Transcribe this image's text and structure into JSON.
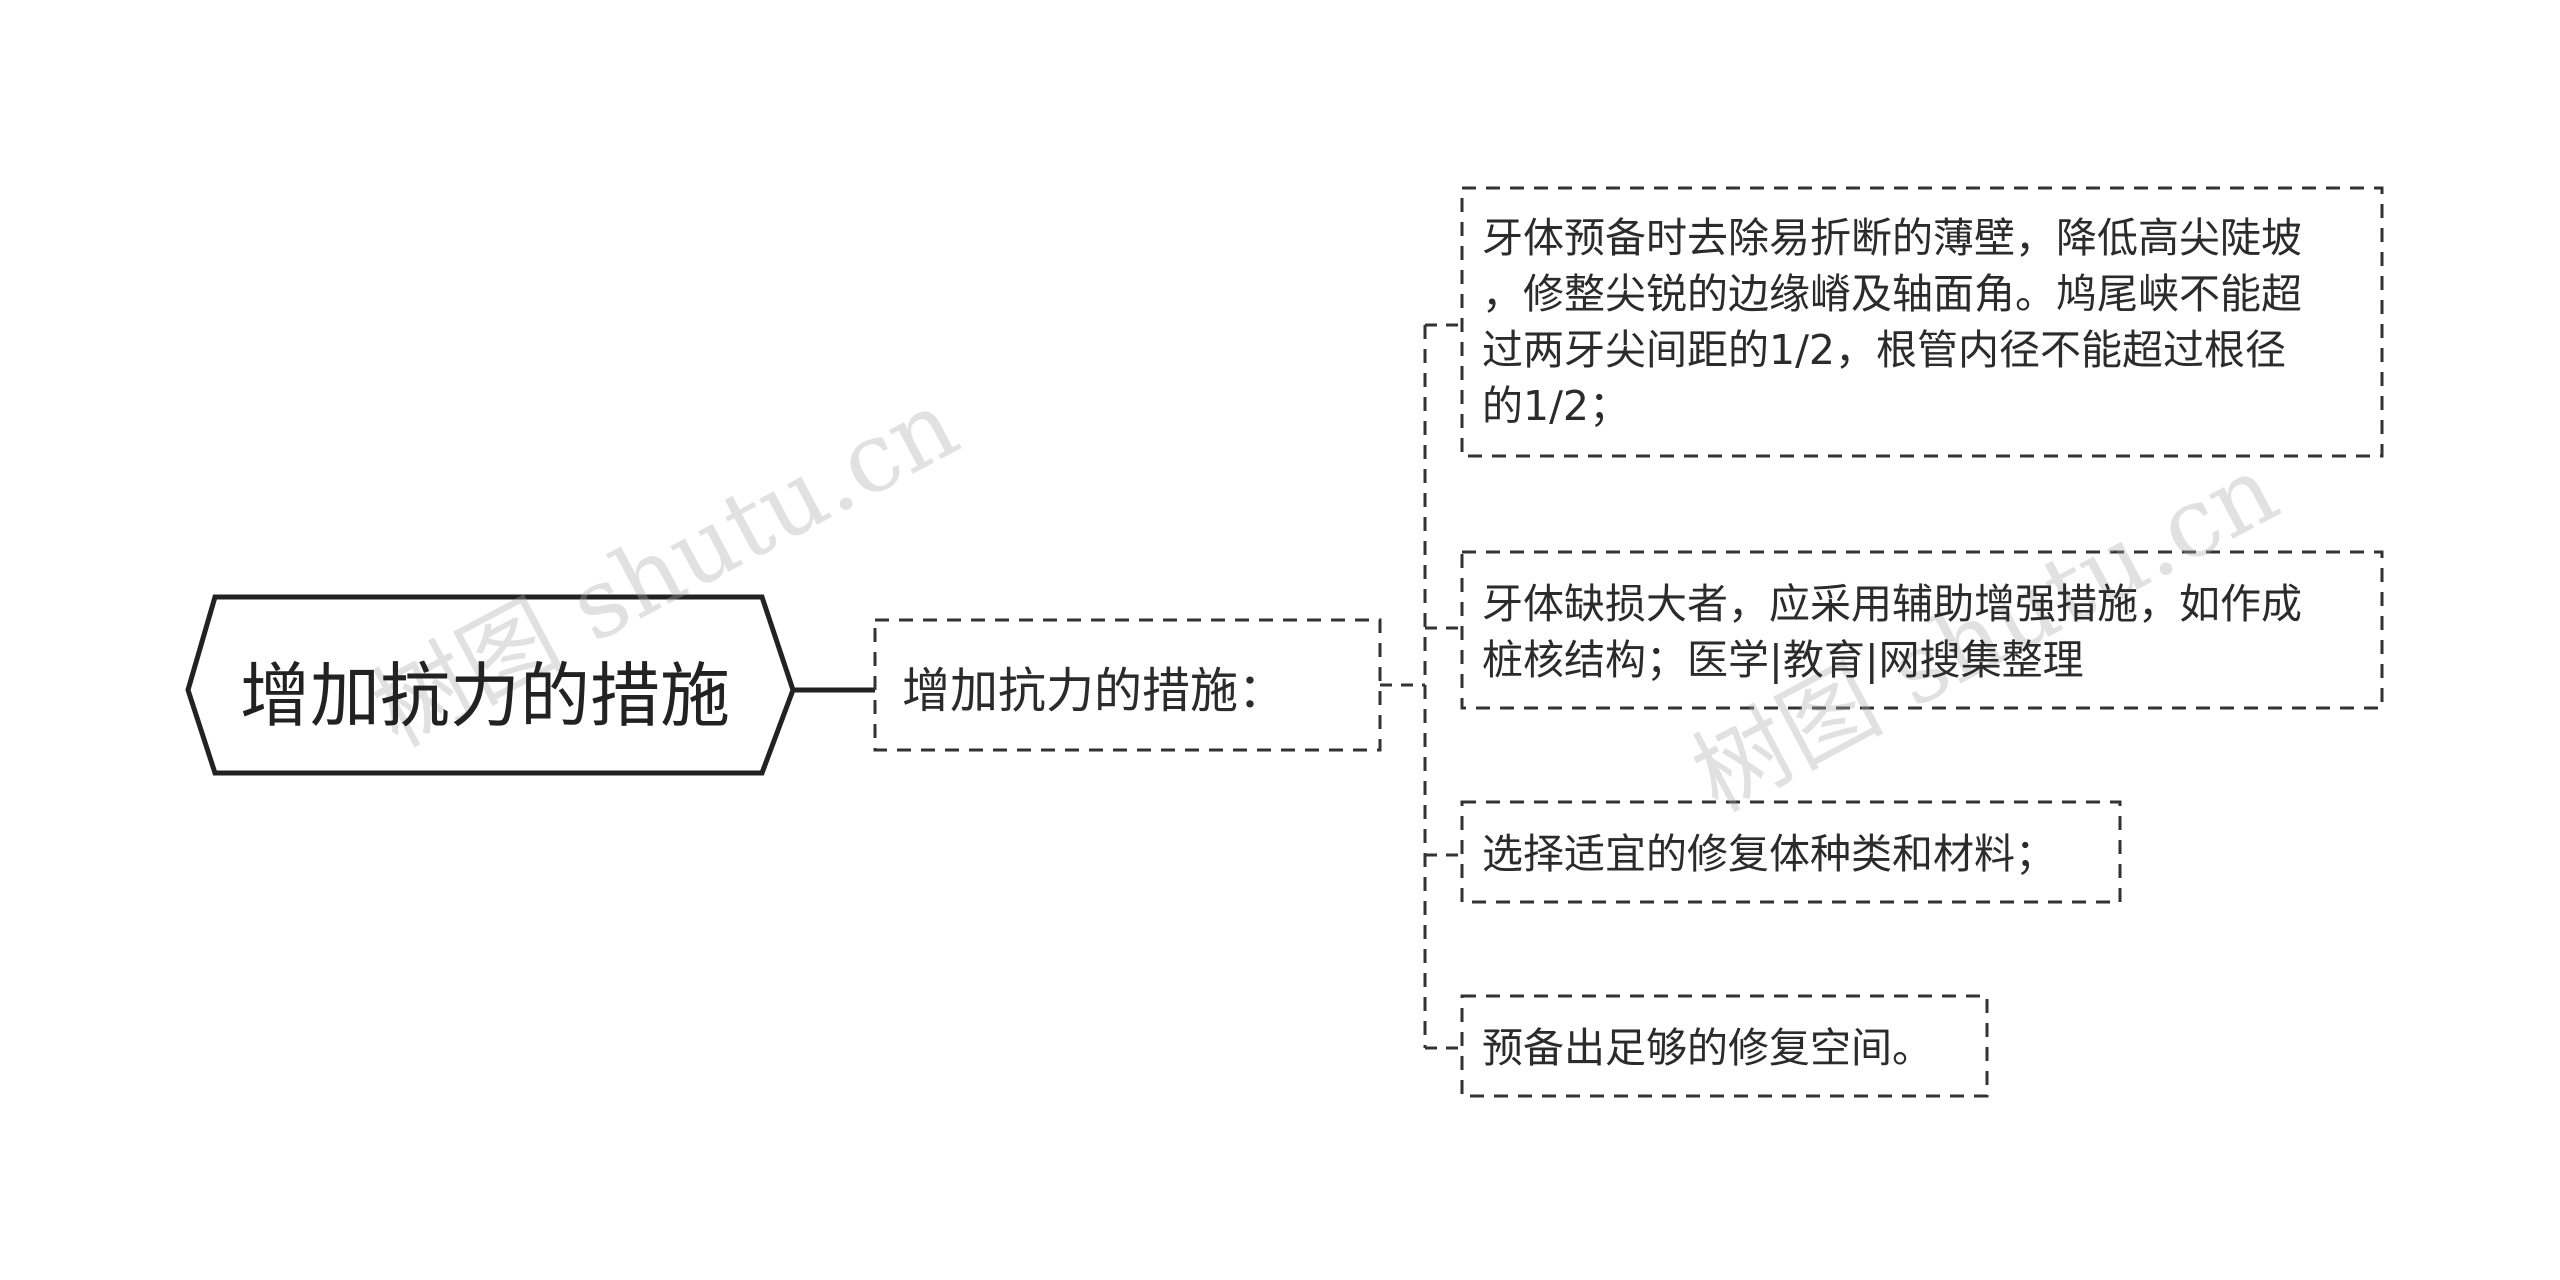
{
  "root": {
    "label": "增加抗力的措施"
  },
  "branch": {
    "label": "增加抗力的措施："
  },
  "leaves": [
    {
      "lines": [
        "牙体预备时去除易折断的薄壁，降低高尖陡坡",
        "，修整尖锐的边缘嵴及轴面角。鸠尾峡不能超",
        "过两牙尖间距的1/2，根管内径不能超过根径",
        "的1/2；"
      ]
    },
    {
      "lines": [
        "牙体缺损大者，应采用辅助增强措施，如作成",
        "桩核结构；医学|教育|网搜集整理"
      ]
    },
    {
      "lines": [
        "选择适宜的修复体种类和材料；"
      ]
    },
    {
      "lines": [
        "预备出足够的修复空间。"
      ]
    }
  ],
  "watermarks": [
    "树图 shutu.cn",
    "树图 shutu.cn"
  ],
  "colors": {
    "line": "#333333",
    "text": "#2b2b2b",
    "background": "#ffffff"
  }
}
